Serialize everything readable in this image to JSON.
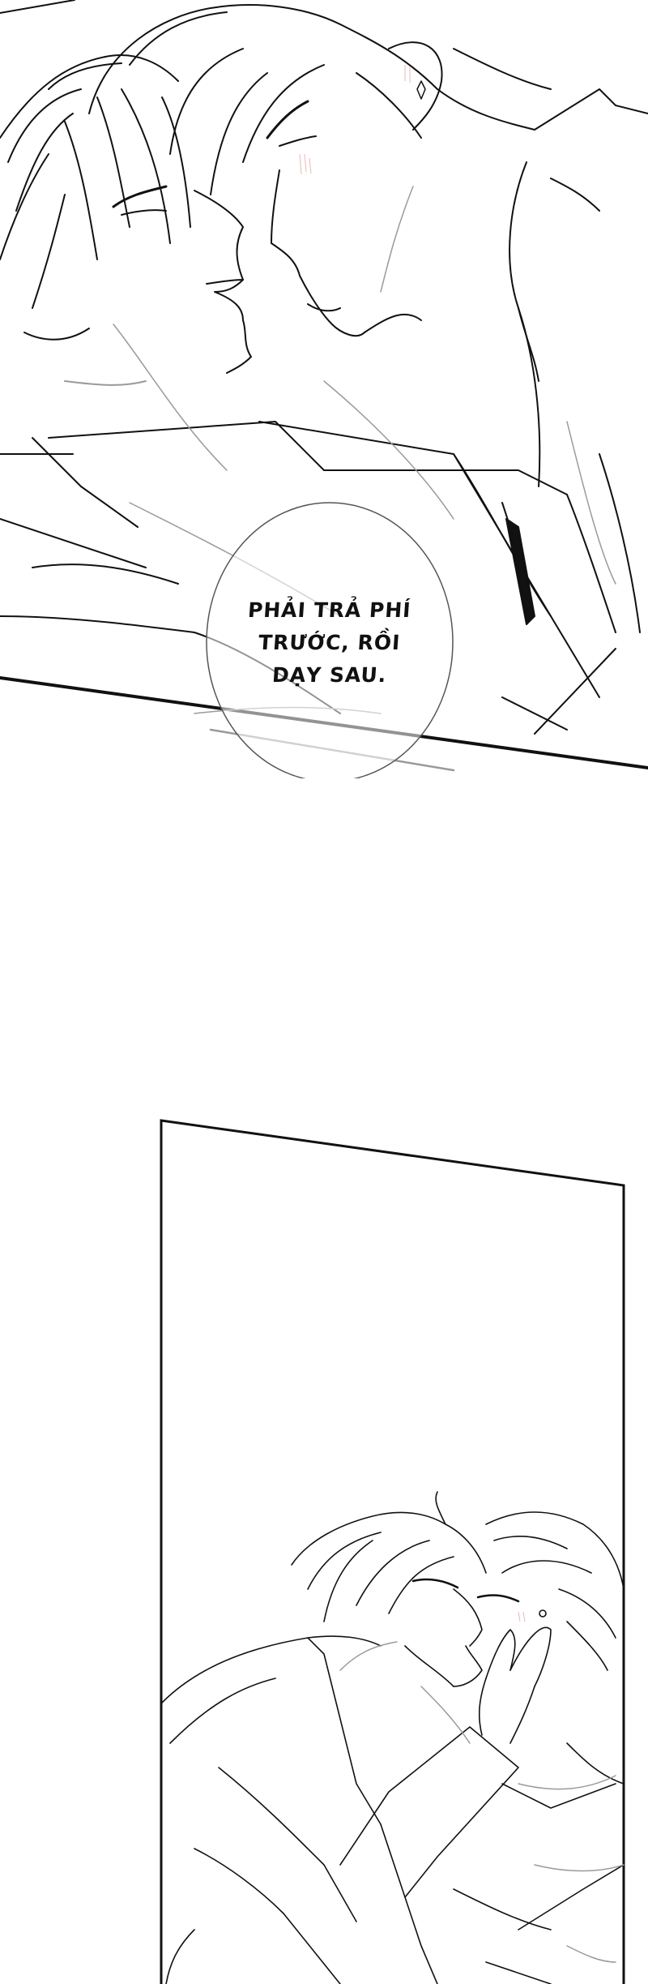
{
  "page": {
    "type": "webtoon-page",
    "background": "#ffffff",
    "ink_color": "#111111",
    "sketch_color": "#9a9a9a",
    "blush_color": "#e8a6a6"
  },
  "panels": [
    {
      "id": "panel-1",
      "description": "Two characters face to face, close-up, line art",
      "bubble": {
        "lines": [
          "PHẢI TRẢ PHÍ",
          "TRƯỚC, RỒI",
          "DẠY SAU."
        ]
      }
    },
    {
      "id": "panel-2",
      "description": "Two characters kissing, one holding the other's face, line art"
    }
  ]
}
